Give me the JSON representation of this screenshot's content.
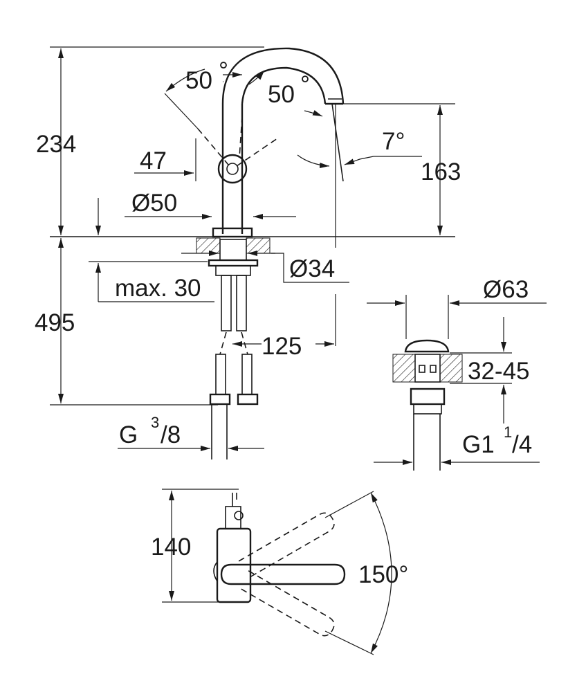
{
  "diagram": {
    "front_view": {
      "dim_total_height": "234",
      "dim_spout_angle_left": "50",
      "dim_spout_angle_right": "50",
      "degree_symbol": "°",
      "dim_spout_tilt": "7°",
      "dim_spout_height": "163",
      "dim_lever_offset": "47",
      "dim_base_diameter": "Ø50",
      "dim_hole_diameter": "Ø34",
      "dim_max_thickness": "max. 30",
      "dim_hose_length": "495",
      "dim_spout_reach": "125",
      "connection_thread_main": "G",
      "connection_thread_sup": "3",
      "connection_thread_sub": "/8"
    },
    "waste_view": {
      "dim_waste_diameter": "Ø63",
      "dim_waste_range": "32-45",
      "waste_thread_main": "G1",
      "waste_thread_sup": "1",
      "waste_thread_sub": "/4"
    },
    "top_view": {
      "dim_depth": "140",
      "dim_rotation": "150°"
    }
  }
}
